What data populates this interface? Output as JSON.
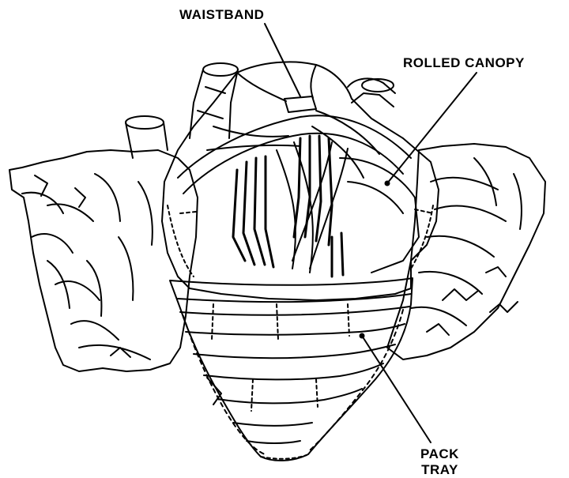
{
  "labels": {
    "waistband": "WAISTBAND",
    "rolled_canopy": "ROLLED CANOPY",
    "pack_tray_line1": "PACK",
    "pack_tray_line2": "TRAY"
  },
  "colors": {
    "ink": "#000000",
    "paper": "#ffffff"
  },
  "icons": [
    "line-drawing"
  ]
}
